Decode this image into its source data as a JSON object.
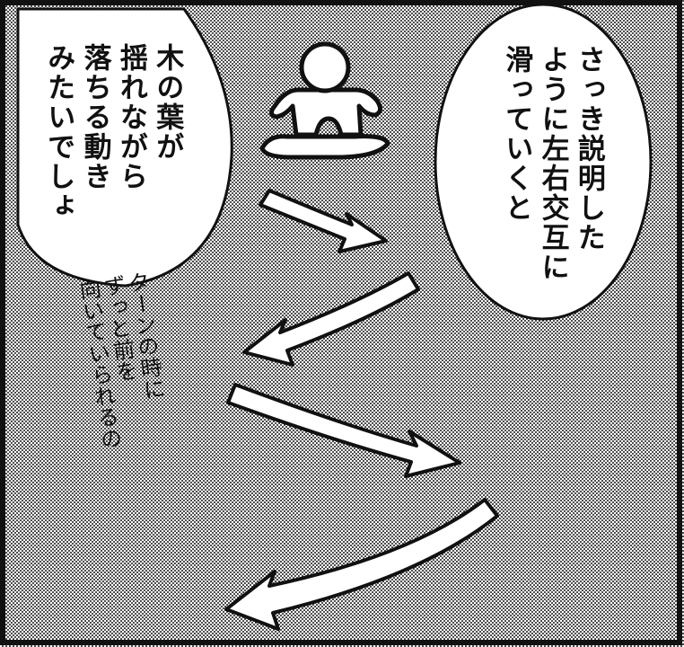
{
  "panel": {
    "balloon_right": {
      "lines": [
        "さっき説明した",
        "ように左右交互に",
        "滑っていくと"
      ]
    },
    "balloon_left": {
      "lines": [
        "木の葉が",
        "揺れながら",
        "落ちる動き",
        "みたいでしょ"
      ]
    },
    "aside": {
      "lines": [
        "ターンの時に",
        "ずっと前を",
        "向いていられるの"
      ]
    },
    "figure_icon": "snowboarder-figure",
    "arrow_count": 4,
    "colors": {
      "background_tone": "#9a9a9a",
      "ink": "#111111",
      "paper": "#ffffff"
    }
  }
}
